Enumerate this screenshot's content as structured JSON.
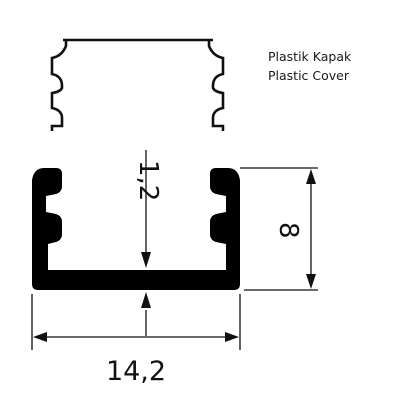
{
  "labels": {
    "cover_tr": "Plastik Kapak",
    "cover_en": "Plastic Cover"
  },
  "dimensions": {
    "wall_thickness": "1,2",
    "height": "8",
    "width": "14,2"
  },
  "colors": {
    "outline": "#111111",
    "profile_fill": "#000000",
    "background": "#ffffff"
  }
}
